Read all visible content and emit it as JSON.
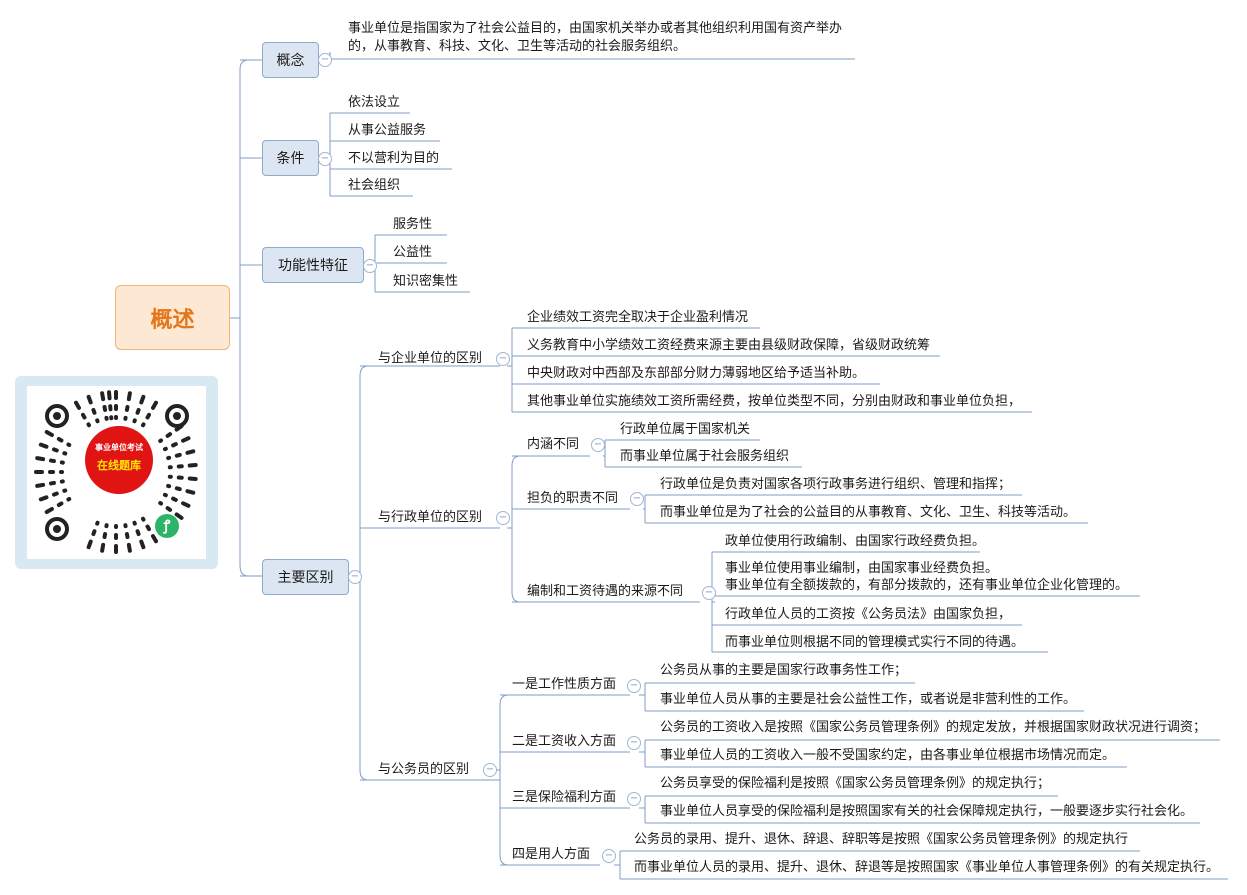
{
  "root": {
    "title": "概述"
  },
  "branches": {
    "concept": {
      "label": "概念",
      "text1": "事业单位是指国家为了社会公益目的，由国家机关举办或者其他组织利用国有资产举办",
      "text2": "的，从事教育、科技、文化、卫生等活动的社会服务组织。"
    },
    "conditions": {
      "label": "条件",
      "items": [
        "依法设立",
        "从事公益服务",
        "不以营利为目的",
        "社会组织"
      ]
    },
    "features": {
      "label": "功能性特征",
      "items": [
        "服务性",
        "公益性",
        "知识密集性"
      ]
    },
    "differences": {
      "label": "主要区别",
      "enterprise": {
        "label": "与企业单位的区别",
        "items": [
          "企业绩效工资完全取决于企业盈利情况",
          "义务教育中小学绩效工资经费来源主要由县级财政保障，省级财政统筹",
          "中央财政对中西部及东部部分财力薄弱地区给予适当补助。",
          "其他事业单位实施绩效工资所需经费，按单位类型不同，分别由财政和事业单位负担，"
        ]
      },
      "admin": {
        "label": "与行政单位的区别",
        "connotation": {
          "label": "内涵不同",
          "items": [
            "行政单位属于国家机关",
            "而事业单位属于社会服务组织"
          ]
        },
        "duties": {
          "label": "担负的职责不同",
          "items": [
            "行政单位是负责对国家各项行政事务进行组织、管理和指挥；",
            "而事业单位是为了社会的公益目的从事教育、文化、卫生、科技等活动。"
          ]
        },
        "staffing": {
          "label": "编制和工资待遇的来源不同",
          "items": [
            "政单位使用行政编制、由国家行政经费负担。",
            "事业单位使用事业编制，由国家事业经费负担。",
            "事业单位有全额拨款的，有部分拨款的，还有事业单位企业化管理的。",
            "行政单位人员的工资按《公务员法》由国家负担，",
            "而事业单位则根据不同的管理模式实行不同的待遇。"
          ]
        }
      },
      "civil": {
        "label": "与公务员的区别",
        "nature": {
          "label": "一是工作性质方面",
          "items": [
            "公务员从事的主要是国家行政事务性工作；",
            "事业单位人员从事的主要是社会公益性工作，或者说是非营利性的工作。"
          ]
        },
        "income": {
          "label": "二是工资收入方面",
          "items": [
            "公务员的工资收入是按照《国家公务员管理条例》的规定发放，并根据国家财政状况进行调资；",
            "事业单位人员的工资收入一般不受国家约定，由各事业单位根据市场情况而定。"
          ]
        },
        "welfare": {
          "label": "三是保险福利方面",
          "items": [
            "公务员享受的保险福利是按照《国家公务员管理条例》的规定执行；",
            "事业单位人员享受的保险福利是按照国家有关的社会保障规定执行，一般要逐步实行社会化。"
          ]
        },
        "hiring": {
          "label": "四是用人方面",
          "items": [
            "公务员的录用、提升、退休、辞退、辞职等是按照《国家公务员管理条例》的规定执行",
            "而事业单位人员的录用、提升、退休、辞退等是按照国家《事业单位人事管理条例》的有关规定执行。"
          ]
        }
      }
    }
  },
  "qr": {
    "line1": "事业单位考试",
    "line2": "在线题库"
  },
  "colors": {
    "line": "#7f9cc6",
    "box": "#dce6f2",
    "rootFill": "#fde9d3",
    "rootText": "#e4761c",
    "qrRed": "#e11414"
  }
}
